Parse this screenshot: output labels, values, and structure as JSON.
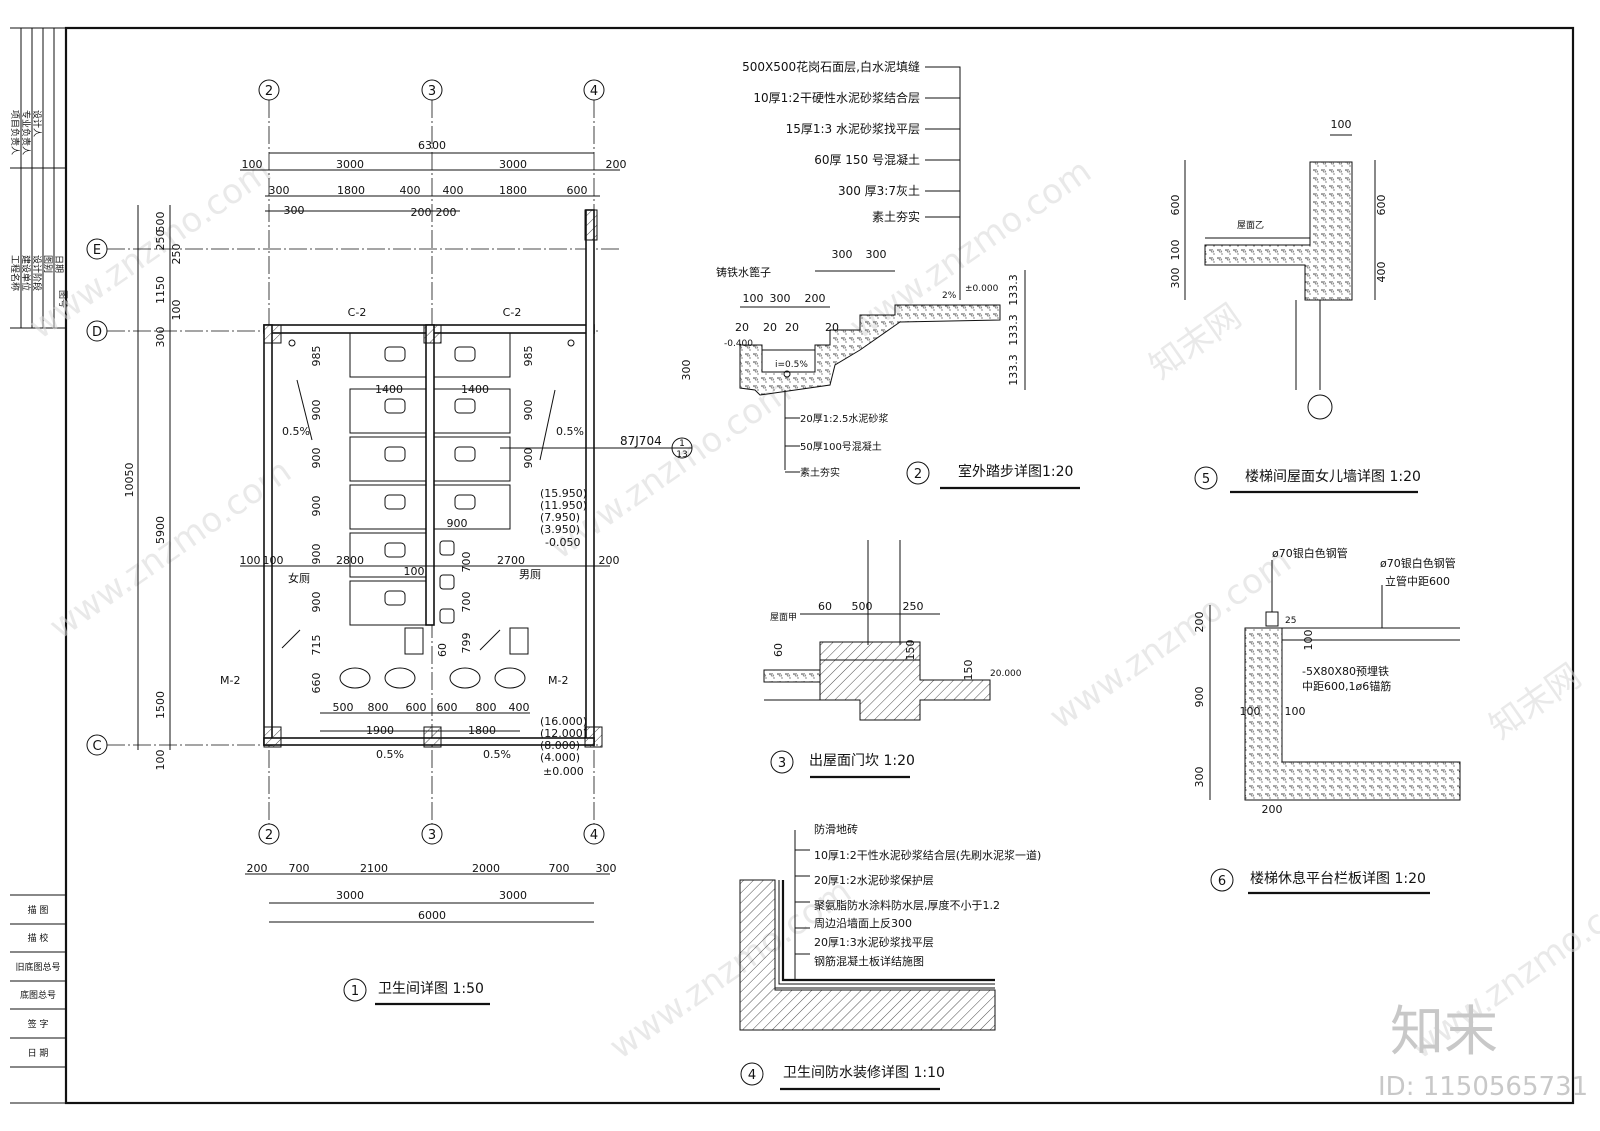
{
  "title_block": {
    "top_labels": [
      "工程名称",
      "建设单位",
      "设计阶段",
      "图别",
      "日期",
      "图号"
    ],
    "top_side_labels": [
      "项目负责人",
      "专业负责人",
      "设计人"
    ],
    "bottom_rows": [
      "描 图",
      "描 校",
      "旧底图总号",
      "底图总号",
      "签 字",
      "日 期"
    ]
  },
  "grid_axes": {
    "v1": "2",
    "v2": "3",
    "v3": "4",
    "h1": "E",
    "h2": "D",
    "h3": "C"
  },
  "plan": {
    "dims_top": {
      "total": "6300",
      "left": "100",
      "mid1": "3000",
      "mid2": "3000",
      "right": "200",
      "row2": [
        "300",
        "1800",
        "400",
        "400",
        "1800",
        "600"
      ],
      "row3": [
        "300",
        "200",
        "200"
      ]
    },
    "dims_left": {
      "total": "10050",
      "segs": [
        "500",
        "250",
        "250",
        "1150",
        "100",
        "300",
        "5900",
        "1500",
        "100"
      ]
    },
    "window_labels": [
      "C-2",
      "C-2"
    ],
    "door_labels": [
      "M-2",
      "M-2"
    ],
    "cubicle_dims_left": [
      "985",
      "900",
      "900",
      "900",
      "900",
      "900",
      "715"
    ],
    "cubicle_dims_right": [
      "985",
      "900",
      "900"
    ],
    "cubicle_width": [
      "1400",
      "1400"
    ],
    "slope": [
      "0.5%",
      "0.5%",
      "0.5%",
      "0.5%"
    ],
    "room_labels": [
      "女厕",
      "男厕"
    ],
    "room_widths": [
      "100",
      "100",
      "2800",
      "100",
      "2700",
      "200"
    ],
    "ref": "87J704",
    "ref_num": "1",
    "ref_sheet": "13",
    "elev_upper": [
      "(15.950)",
      "(11.950)",
      "(7.950)",
      "(3.950)",
      "-0.050"
    ],
    "elev_lower": [
      "(16.000)",
      "(12.000)",
      "(8.000)",
      "(4.000)",
      "±0.000"
    ],
    "urinal_dims": [
      "900",
      "700",
      "700",
      "799"
    ],
    "basin_dims": [
      "660",
      "60"
    ],
    "sink_dims": [
      "500",
      "800",
      "600",
      "600",
      "800",
      "400",
      "1900",
      "1800"
    ],
    "dims_bottom": {
      "row1": [
        "200",
        "700",
        "2100",
        "2000",
        "700",
        "300"
      ],
      "row2": [
        "3000",
        "3000"
      ],
      "total": "6000"
    },
    "caption_num": "1",
    "caption": "卫生间详图 1:50"
  },
  "detail2": {
    "layers": [
      "500X500花岗石面层,白水泥填缝",
      "10厚1:2干硬性水泥砂浆结合层",
      "15厚1:3 水泥砂浆找平层",
      "60厚 150 号混凝土",
      "300 厚3:7灰土",
      "素土夯实"
    ],
    "dims": [
      "300",
      "300",
      "100",
      "300",
      "200",
      "20",
      "20",
      "20",
      "20",
      "300"
    ],
    "cover": "铸铁水篦子",
    "elev_ground": "-0.400",
    "elev_top": "±0.000",
    "slope": "2%",
    "drain_slope": "i=0.5%",
    "step_h": [
      "133.3",
      "133.3",
      "133.3"
    ],
    "notes": [
      "20厚1:2.5水泥砂浆",
      "50厚100号混凝土",
      "素土夯实"
    ],
    "caption_num": "2",
    "caption": "室外踏步详图1:20"
  },
  "detail3": {
    "dims": [
      "60",
      "500",
      "250",
      "60",
      "150",
      "150"
    ],
    "label": "屋面甲",
    "elev": "20.000",
    "caption_num": "3",
    "caption": "出屋面门坎 1:20"
  },
  "detail4": {
    "layers": [
      "防滑地砖",
      "10厚1:2干性水泥砂浆结合层(先刷水泥浆一道)",
      "20厚1:2水泥砂浆保护层",
      "聚氨脂防水涂料防水层,厚度不小于1.2",
      "周边沿墙面上反300",
      "20厚1:3水泥砂浆找平层",
      "钢筋混凝土板详结施图"
    ],
    "caption_num": "4",
    "caption": "卫生间防水装修详图 1:10"
  },
  "detail5": {
    "dims": [
      "100",
      "600",
      "100",
      "300",
      "600",
      "400"
    ],
    "label": "屋面乙",
    "caption_num": "5",
    "caption": "楼梯间屋面女儿墙详图 1:20"
  },
  "detail6": {
    "notes": [
      "ø70银白色钢管",
      "ø70银白色钢管",
      "立管中距600",
      "-5X80X80预埋铁",
      "中距600,1ø6锚筋"
    ],
    "dims": [
      "200",
      "900",
      "300",
      "100",
      "100",
      "100",
      "200",
      "25"
    ],
    "caption_num": "6",
    "caption": "楼梯休息平台栏板详图 1:20"
  },
  "watermark": {
    "logo": "知末",
    "id": "ID: 1150565731",
    "site": "www.znzmo.com",
    "brand": "知末网"
  }
}
